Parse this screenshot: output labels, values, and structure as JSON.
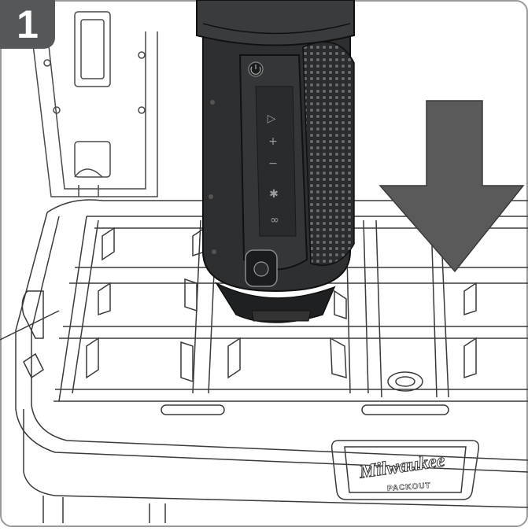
{
  "step": {
    "number": "1"
  },
  "speaker": {
    "controls": [
      "▷",
      "+",
      "−",
      "✱",
      "∞"
    ],
    "power_icon": "power-icon"
  },
  "organizer": {
    "brand": "Milwaukee",
    "product_line": "PACKOUT"
  },
  "arrow": {
    "direction": "down",
    "color": "#5a5a5a"
  },
  "colors": {
    "badge": "#555759",
    "line": "#3a3a3a",
    "speaker_body": "#2e2f31",
    "speaker_dark": "#1b1c1d",
    "arrow": "#5a5a5a"
  }
}
